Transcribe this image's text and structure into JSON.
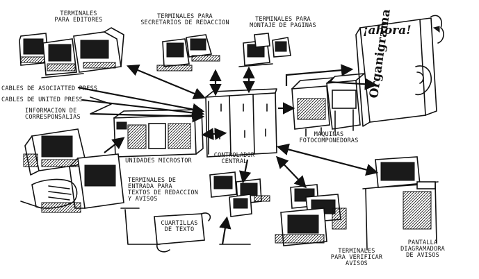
{
  "labels": {
    "editores": [
      "TERMINALES",
      "PARA EDITORES"
    ],
    "secretarios": [
      "TERMINALES PARA",
      "SECRETARIOS DE REDACCION"
    ],
    "montaje": [
      "TERMINALES PARA",
      "MONTAJE DE PAGINAS"
    ],
    "cables": [
      "CABLES DE ASOCIATTED PRESS",
      "CABLES DE UNITED PRESS",
      "INFORMACION DE",
      "CORRESPONSALIAS"
    ],
    "maquinas": [
      "MAQUINAS",
      "FOTOCOMPONEDORAS"
    ],
    "microstor": [
      "UNIDADES MICROSTOR"
    ],
    "controlador": [
      "CONTROLADOR",
      "CENTRAL"
    ],
    "entrada": [
      "TERMINALES DE",
      "ENTRADA PARA",
      "TEXTOS DE REDACCION",
      "Y AVISOS"
    ],
    "cuartillas": [
      "CUARTILLAS",
      "DE TEXTO"
    ],
    "verificar": [
      "TERMINALES",
      "PARA VERIFICAR",
      "AVISOS"
    ],
    "pantalla": [
      "PANTALLA",
      "DIAGRAMADORA",
      "DE AVISOS"
    ]
  },
  "banner": {
    "ahora": "¡ahora!",
    "organigrama": "Organigrama"
  }
}
